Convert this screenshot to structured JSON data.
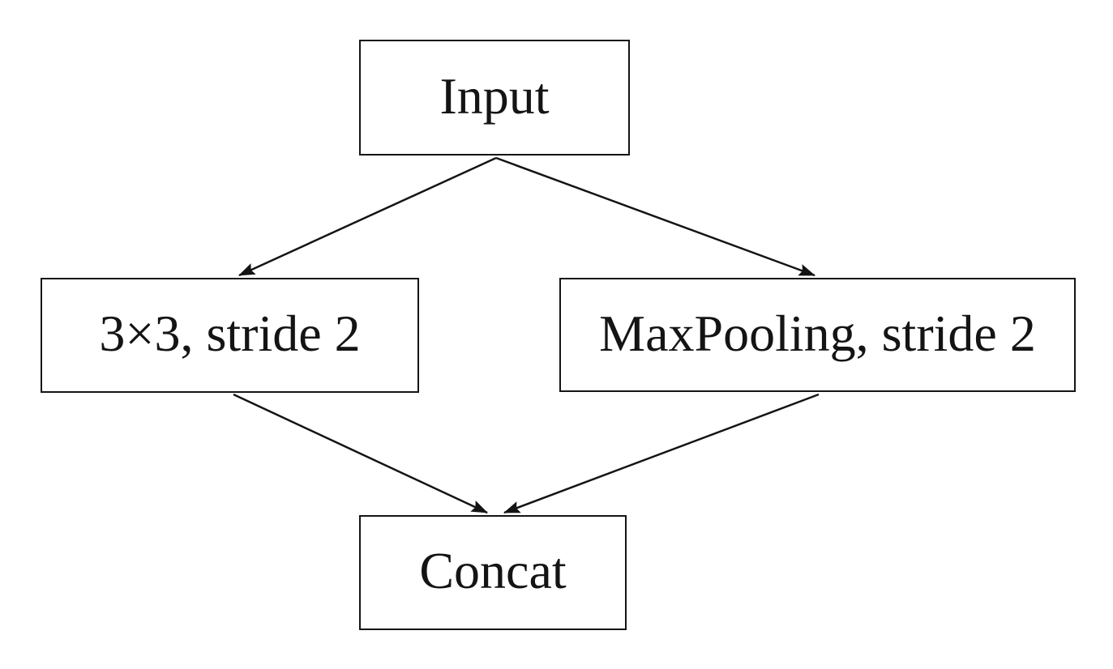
{
  "figure": {
    "background_color": "#ffffff",
    "line_color": "#141414"
  },
  "diagram": {
    "type": "flowchart",
    "nodes": [
      {
        "id": "input",
        "label": "Input"
      },
      {
        "id": "conv",
        "label": "3×3, stride 2"
      },
      {
        "id": "maxpool",
        "label": "MaxPooling, stride 2"
      },
      {
        "id": "concat",
        "label": "Concat"
      }
    ],
    "edges": [
      {
        "from": "input",
        "to": "conv"
      },
      {
        "from": "input",
        "to": "maxpool"
      },
      {
        "from": "conv",
        "to": "concat"
      },
      {
        "from": "maxpool",
        "to": "concat"
      }
    ]
  }
}
